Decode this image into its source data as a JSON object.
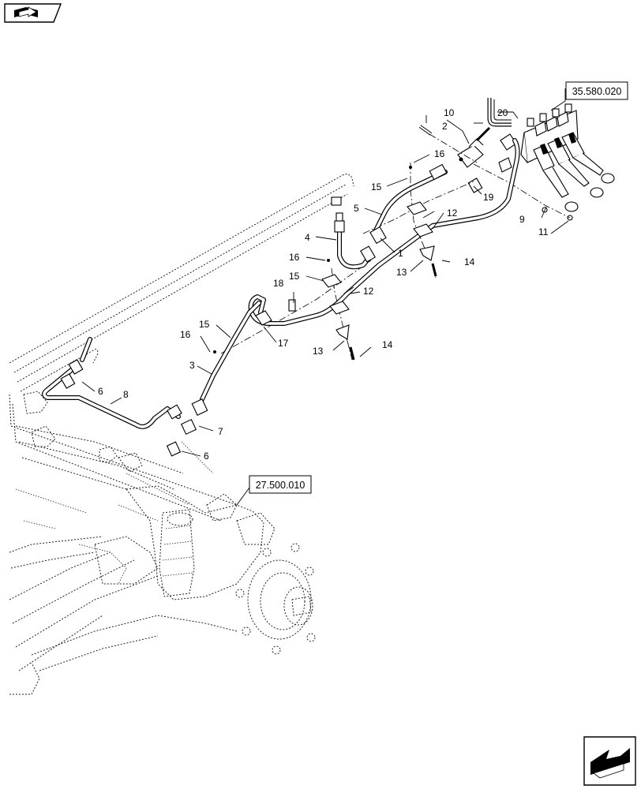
{
  "nav": {
    "prev_icon": "book-arrow-icon",
    "next_icon": "exit-arrow-icon"
  },
  "reference_boxes": [
    {
      "id": "valve-ref",
      "label": "35.580.020"
    },
    {
      "id": "axle-ref",
      "label": "27.500.010"
    }
  ],
  "callouts": [
    {
      "id": "c10",
      "label": "10"
    },
    {
      "id": "c2",
      "label": "2"
    },
    {
      "id": "c20",
      "label": "20"
    },
    {
      "id": "c16a",
      "label": "16"
    },
    {
      "id": "c15a",
      "label": "15"
    },
    {
      "id": "c19",
      "label": "19"
    },
    {
      "id": "c5",
      "label": "5"
    },
    {
      "id": "c12a",
      "label": "12"
    },
    {
      "id": "c9",
      "label": "9"
    },
    {
      "id": "c11",
      "label": "11"
    },
    {
      "id": "c4",
      "label": "4"
    },
    {
      "id": "c1",
      "label": "1"
    },
    {
      "id": "c16b",
      "label": "16"
    },
    {
      "id": "c14a",
      "label": "14"
    },
    {
      "id": "c13a",
      "label": "13"
    },
    {
      "id": "c15b",
      "label": "15"
    },
    {
      "id": "c18",
      "label": "18"
    },
    {
      "id": "c12b",
      "label": "12"
    },
    {
      "id": "c15c",
      "label": "15"
    },
    {
      "id": "c16c",
      "label": "16"
    },
    {
      "id": "c17",
      "label": "17"
    },
    {
      "id": "c3",
      "label": "3"
    },
    {
      "id": "c13b",
      "label": "13"
    },
    {
      "id": "c14b",
      "label": "14"
    },
    {
      "id": "c6a",
      "label": "6"
    },
    {
      "id": "c8",
      "label": "8"
    },
    {
      "id": "c7",
      "label": "7"
    },
    {
      "id": "c6b",
      "label": "6"
    }
  ]
}
